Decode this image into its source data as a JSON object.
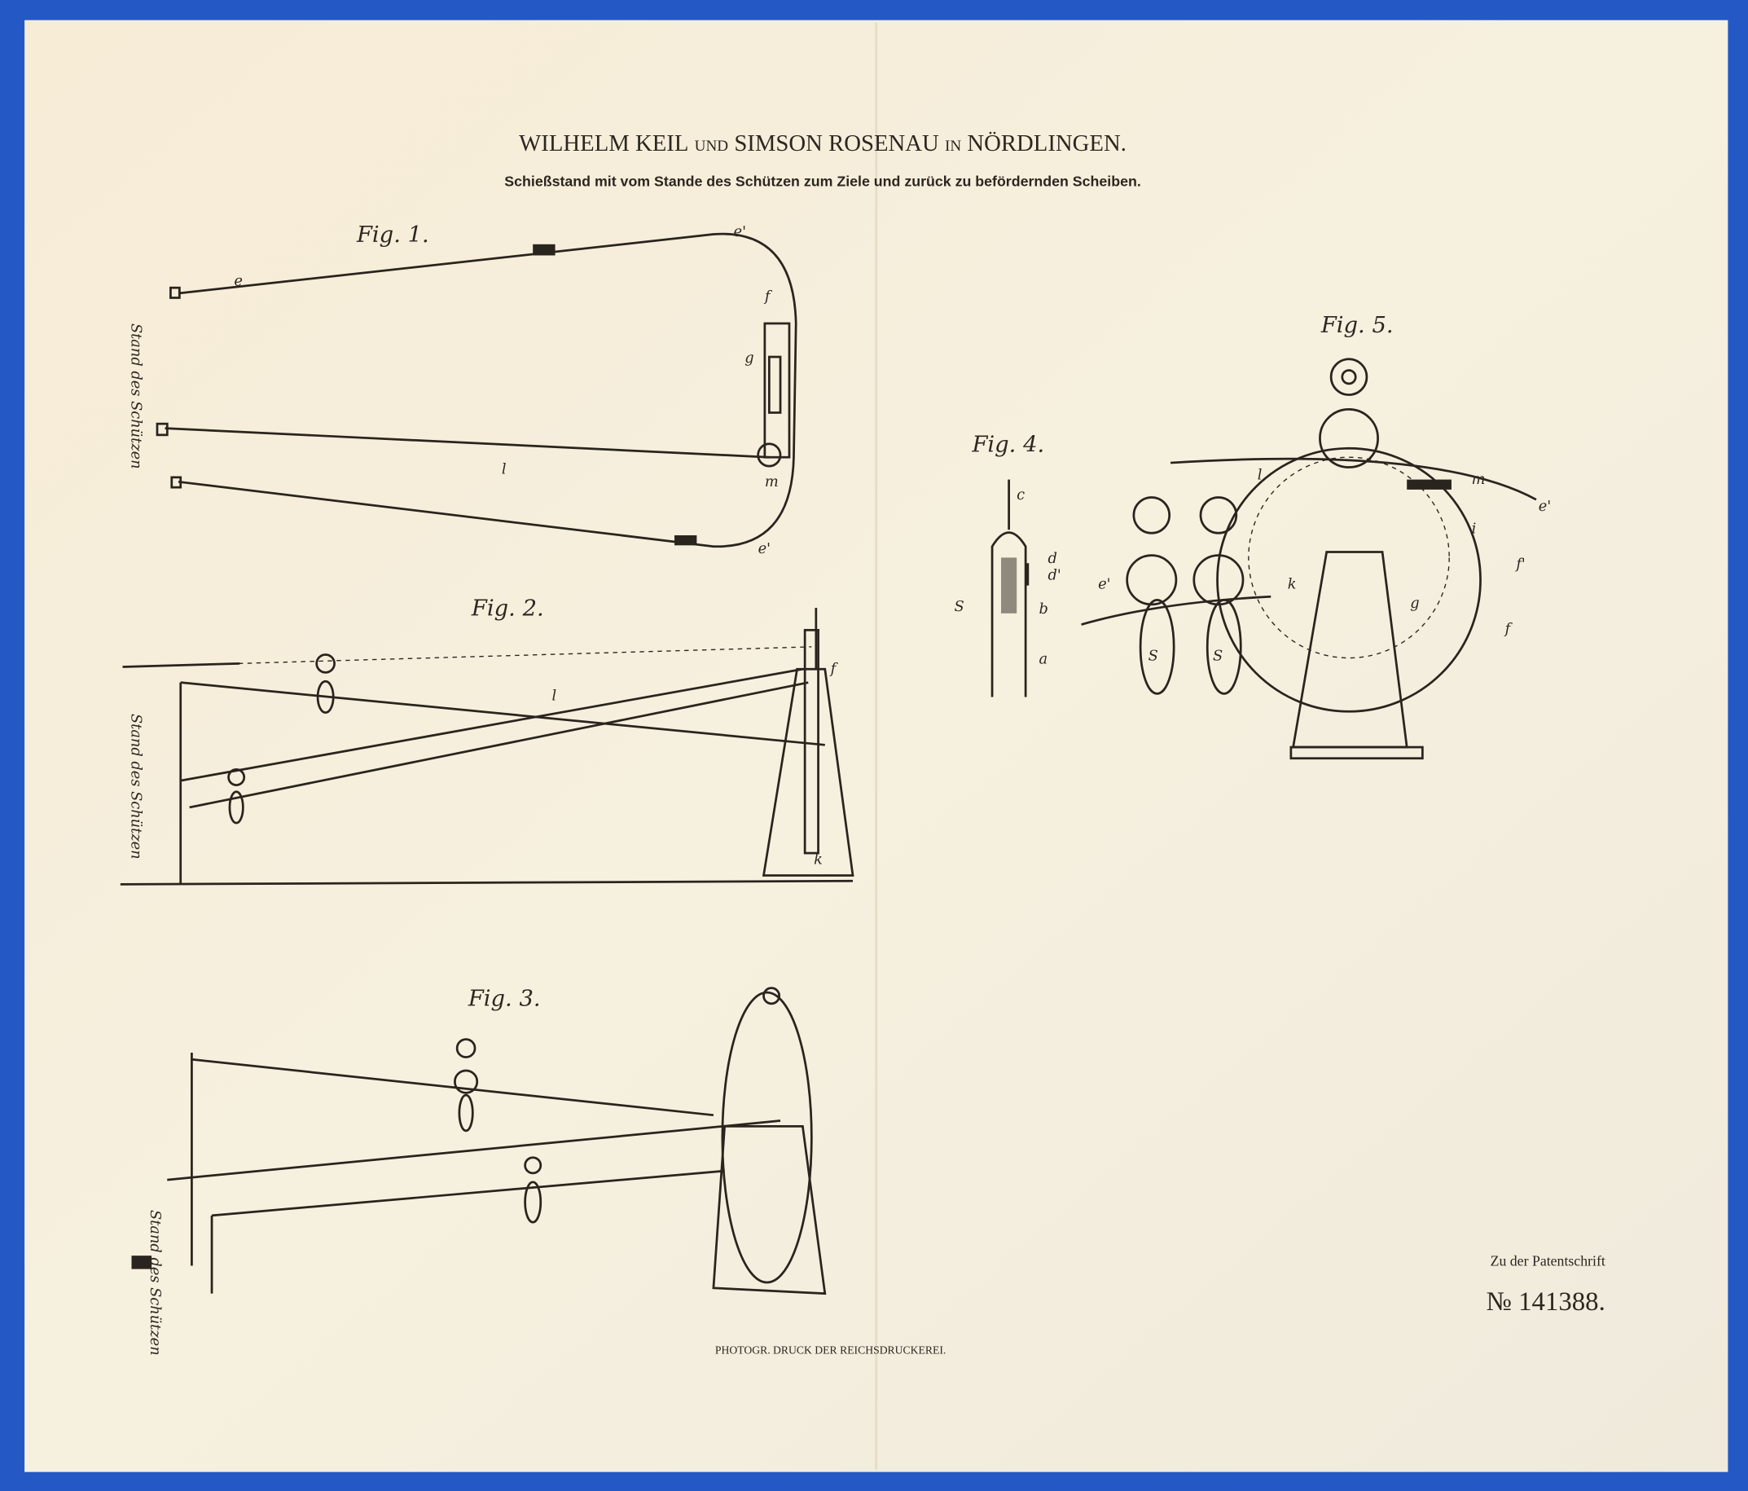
{
  "header": {
    "title_parts": [
      "WILHELM KEIL",
      "UND",
      "SIMSON ROSENAU",
      "IN",
      "NÖRDLINGEN."
    ],
    "subtitle": "Schießstand mit vom Stande des Schützen zum Ziele und zurück zu befördernden Scheiben."
  },
  "figures": {
    "fig1": "Fig. 1.",
    "fig2": "Fig. 2.",
    "fig3": "Fig. 3.",
    "fig4": "Fig. 4.",
    "fig5": "Fig. 5."
  },
  "handwritten": {
    "stand": "Stand des Schützen"
  },
  "labels": {
    "e": "e",
    "e1": "e'",
    "l": "l",
    "m": "m",
    "f": "f",
    "f1": "f'",
    "g": "g",
    "k": "k",
    "c": "c",
    "d": "d",
    "d1": "d'",
    "b": "b",
    "a": "a",
    "S": "S",
    "i": "i"
  },
  "footer": {
    "patent_ref": "Zu der Patentschrift",
    "patent_number": "№ 141388.",
    "printer": "PHOTOGR. DRUCK DER REICHSDRUCKEREI."
  },
  "colors": {
    "paper": "#f6efdc",
    "background": "#2458c4",
    "ink": "#2a241e"
  }
}
